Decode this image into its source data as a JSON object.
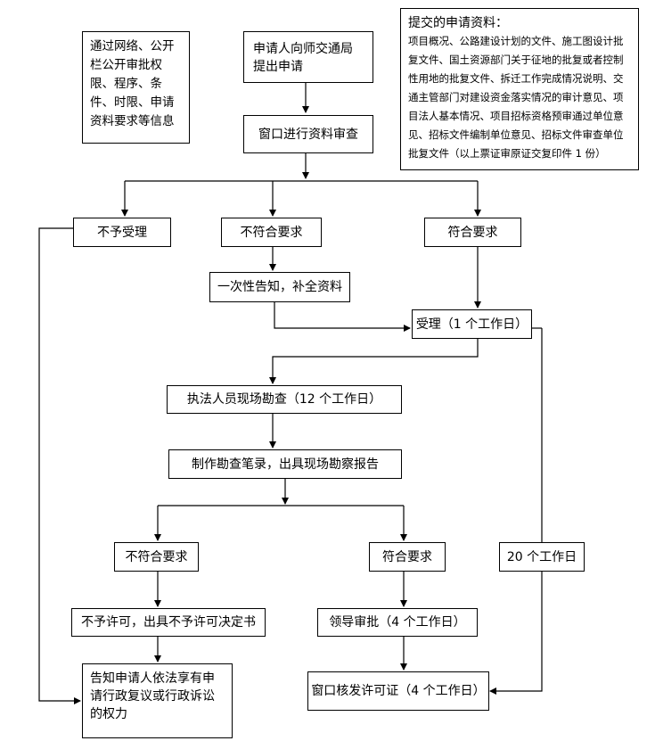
{
  "diagram": {
    "public_info": "通过网络、公开栏公开审批权限、程序、条件、时限、申请资料要求等信息",
    "apply": "申请人向师交通局提出申请",
    "materials_title": "提交的申请资料：",
    "materials_body": "项目概况、公路建设计划的文件、施工图设计批复文件、国土资源部门关于征地的批复或者控制性用地的批复文件、拆迁工作完成情况说明、交通主管部门对建设资金落实情况的审计意见、项目法人基本情况、项目招标资格预审通过单位意见、招标文件编制单位意见、招标文件审查单位批复文件（以上票证审原证交复印件 1 份）",
    "window_review": "窗口进行资料审查",
    "reject": "不予受理",
    "not_meet_1": "不符合要求",
    "meet_1": "符合要求",
    "notify_once": "一次性告知，补全资料",
    "accept": "受理（1 个工作日）",
    "site_inspection": "执法人员现场勘查（12 个工作日）",
    "inspection_report": "制作勘查笔录，出具现场勘察报告",
    "not_meet_2": "不符合要求",
    "meet_2": "符合要求",
    "twenty_days": "20 个工作日",
    "deny": "不予许可，出具不予许可决定书",
    "leader_approval": "领导审批（4 个工作日）",
    "inform_rights": "告知申请人依法享有申请行政复议或行政诉讼的权力",
    "issue_permit": "窗口核发许可证（4 个工作日）"
  }
}
